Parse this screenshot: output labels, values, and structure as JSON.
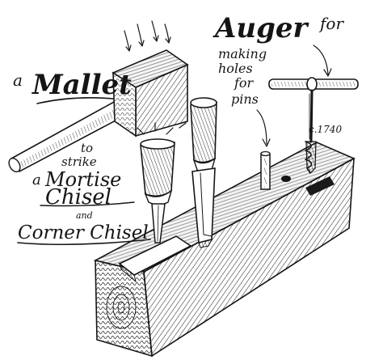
{
  "labels": {
    "a": "a",
    "mallet": "Mallet",
    "to": "to",
    "strike": "strike",
    "a2": "a",
    "mortise": "Mortise",
    "chisel": "Chisel",
    "and": "and",
    "corner_chisel": "Corner Chisel",
    "auger": "Auger",
    "for": "for",
    "making": "making",
    "holes": "holes",
    "for2": "for",
    "pins": "pins",
    "date": "c.1740"
  }
}
